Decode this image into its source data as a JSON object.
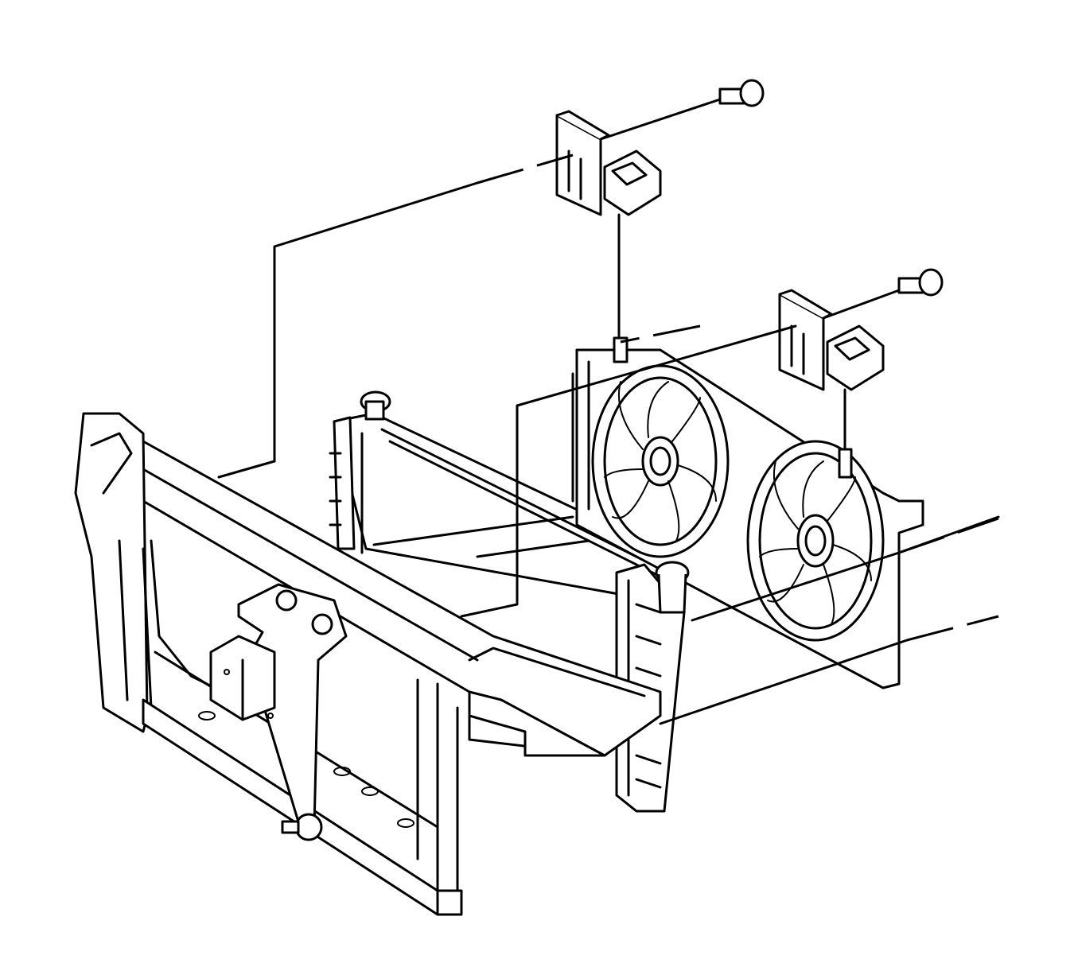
{
  "diagram": {
    "subject_icon": "exploded-assembly-line-drawing",
    "line_color": "#000000",
    "background_color": "#ffffff",
    "parts": [
      "radiator-support",
      "radiator",
      "fan-shroud",
      "cooling-fan-left",
      "cooling-fan-right",
      "upper-bracket-left",
      "upper-bracket-right",
      "mounting-bolt-left",
      "mounting-bolt-right",
      "insulator-left",
      "insulator-right",
      "hood-latch-bracket"
    ]
  }
}
